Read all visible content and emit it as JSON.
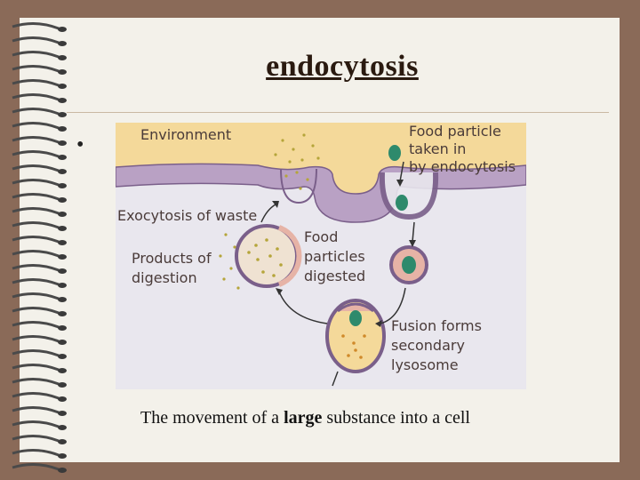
{
  "slide": {
    "title": "endocytosis",
    "bullet": "•",
    "caption": {
      "before": "The movement of a ",
      "bold": "large",
      "after": " substance into a cell"
    }
  },
  "diagram": {
    "labels": {
      "environment": "Environment",
      "food_in_1": "Food particle",
      "food_in_2": "taken in",
      "food_in_3": "by endocytosis",
      "exocytosis": "Exocytosis of waste",
      "products_1": "Products of",
      "products_2": "digestion",
      "digested_1": "Food",
      "digested_2": "particles",
      "digested_3": "digested",
      "fusion_1": "Fusion forms",
      "fusion_2": "secondary",
      "fusion_3": "lysosome"
    },
    "colors": {
      "environment": "#f4d99a",
      "membrane": "#b9a1c4",
      "membrane_edge": "#7a5f8a",
      "food_particle": "#2e8a6c",
      "lysosome": "#e6b3a6",
      "digestion_dots": "#b5a53a",
      "cytoplasm": "#e9e7ee"
    }
  }
}
